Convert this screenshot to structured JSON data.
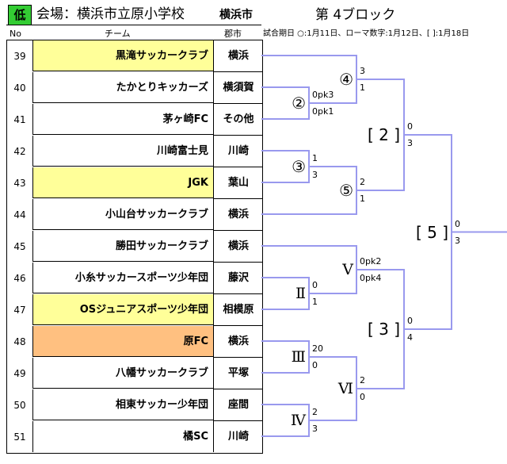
{
  "header": {
    "badge": "低",
    "venue": "会場：横浜市立原小学校",
    "city": "横浜市",
    "block_title": "第 4ブロック"
  },
  "columns": {
    "no": "No",
    "team": "チーム",
    "gun": "郡市",
    "note": "試合期日 ○:1月11日、ローマ数字:1月12日、[ ]:1月18日"
  },
  "colors": {
    "badge": "#33cc33",
    "highlight_yellow": "#ffff99",
    "highlight_orange": "#ffc080",
    "bracket_line": "#9999ee"
  },
  "teams": [
    {
      "no": "39",
      "name": "黒滝サッカークラブ",
      "gun": "横浜",
      "hl": "yellow"
    },
    {
      "no": "40",
      "name": "たかとりキッカーズ",
      "gun": "横須賀",
      "hl": ""
    },
    {
      "no": "41",
      "name": "茅ヶ崎FC",
      "gun": "その他",
      "hl": ""
    },
    {
      "no": "42",
      "name": "川崎富士見",
      "gun": "川崎",
      "hl": ""
    },
    {
      "no": "43",
      "name": "JGK",
      "gun": "葉山",
      "hl": "yellow"
    },
    {
      "no": "44",
      "name": "小山台サッカークラブ",
      "gun": "横浜",
      "hl": ""
    },
    {
      "no": "45",
      "name": "勝田サッカークラブ",
      "gun": "横浜",
      "hl": ""
    },
    {
      "no": "46",
      "name": "小糸サッカースポーツ少年団",
      "gun": "藤沢",
      "hl": ""
    },
    {
      "no": "47",
      "name": "OSジュニアスポーツ少年団",
      "gun": "相模原",
      "hl": "yellow"
    },
    {
      "no": "48",
      "name": "原FC",
      "gun": "横浜",
      "hl": "orange"
    },
    {
      "no": "49",
      "name": "八幡サッカークラブ",
      "gun": "平塚",
      "hl": ""
    },
    {
      "no": "50",
      "name": "相東サッカー少年団",
      "gun": "座間",
      "hl": ""
    },
    {
      "no": "51",
      "name": "橘SC",
      "gun": "川崎",
      "hl": ""
    }
  ],
  "bracket": {
    "labels": {
      "m2": "②",
      "m3": "③",
      "m4": "④",
      "m5": "⑤",
      "r2": "Ⅱ",
      "r3": "Ⅲ",
      "r4": "Ⅳ",
      "r5": "Ⅴ",
      "r6": "Ⅵ",
      "b2": "[ 2 ]",
      "b3": "[ 3 ]",
      "b5": "[ 5 ]"
    },
    "scores": {
      "m2_top": "0pk3",
      "m2_bot": "0pk1",
      "m4_top": "3",
      "m4_bot": "1",
      "m3_top": "1",
      "m3_bot": "3",
      "m5_top": "2",
      "m5_bot": "1",
      "b2_top": "0",
      "b2_bot": "3",
      "r2_top": "0",
      "r2_bot": "1",
      "r5_top": "0pk2",
      "r5_bot": "0pk4",
      "r3_top": "20",
      "r3_bot": "0",
      "r4_top": "2",
      "r4_bot": "3",
      "r6_top": "2",
      "r6_bot": "0",
      "b3_top": "0",
      "b3_bot": "4",
      "b5_top": "0",
      "b5_bot": "3"
    }
  }
}
